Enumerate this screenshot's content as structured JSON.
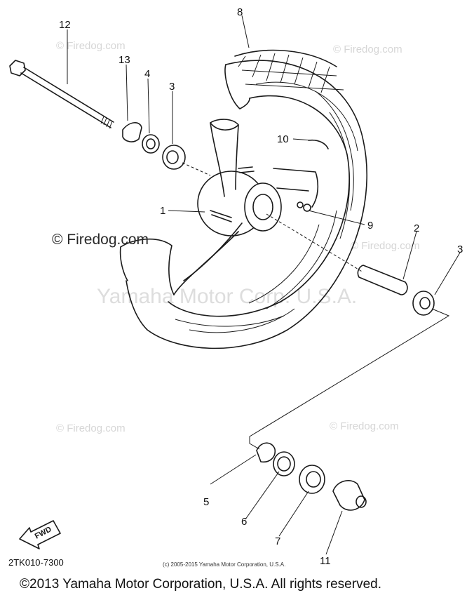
{
  "watermarks": {
    "firedog": "© Firedog.com",
    "yamaha": "Yamaha Motor Corp. U.S.A."
  },
  "labels": {
    "p1": "1",
    "p2": "2",
    "p3a": "3",
    "p3b": "3",
    "p4": "4",
    "p5": "5",
    "p6": "6",
    "p7": "7",
    "p8": "8",
    "p9": "9",
    "p10": "10",
    "p11": "11",
    "p12": "12",
    "p13": "13"
  },
  "fwd_label": "FWD",
  "diagram_code": "2TK010-7300",
  "small_copyright": "(c) 2005-2015 Yamaha Motor Corporation, U.S.A.",
  "copyright": "©2013 Yamaha Motor Corporation, U.S.A. All rights reserved."
}
